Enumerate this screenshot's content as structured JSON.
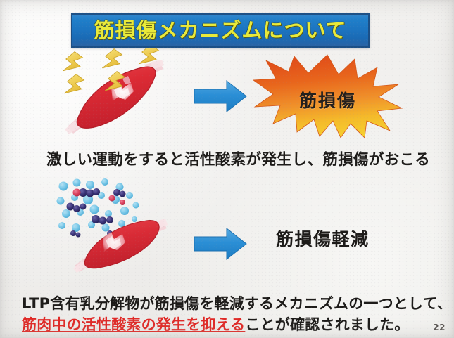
{
  "slide": {
    "page_number": "22",
    "background_color": "#f2f1ef"
  },
  "title": {
    "text": "筋損傷メカニズムについて",
    "text_color": "#e9ea3a",
    "banner_color": "#1c74c0"
  },
  "diagram_top": {
    "muscle_icon": "muscle-icon",
    "lightning_icon": "lightning-bolt-icon",
    "lightning_count": 3,
    "lightning_color": "#edc84b",
    "muscle_color": "#dc2b35",
    "arrow_icon": "right-arrow-icon",
    "arrow_color": "#2b8fd6",
    "burst_label": "筋損傷",
    "burst_color_top": "#e4551f",
    "burst_color_bottom": "#f5c423"
  },
  "caption_upper": {
    "text": "激しい運動をすると活性酸素が発生し、筋損傷がおこる",
    "color": "#1d1b19"
  },
  "diagram_bottom": {
    "molecule_icon": "molecule-cluster-icon",
    "molecule_color": "#76c7e8",
    "molecule_dark_color": "#2f2a63",
    "molecule_accent_color": "#d8405c",
    "muscle_icon": "muscle-icon",
    "muscle_color": "#dc2b35",
    "arrow_icon": "right-arrow-icon",
    "arrow_color": "#2b8fd6",
    "result_label": "筋損傷軽減"
  },
  "conclusion": {
    "line1": "LTP含有乳分解物が筋損傷を軽減するメカニズムの一つとして、",
    "line2_highlight": "筋肉中の活性酸素の発生を抑える",
    "line2_tail": "ことが確認されました。",
    "highlight_color": "#e02a27",
    "text_color": "#1d1b19"
  }
}
